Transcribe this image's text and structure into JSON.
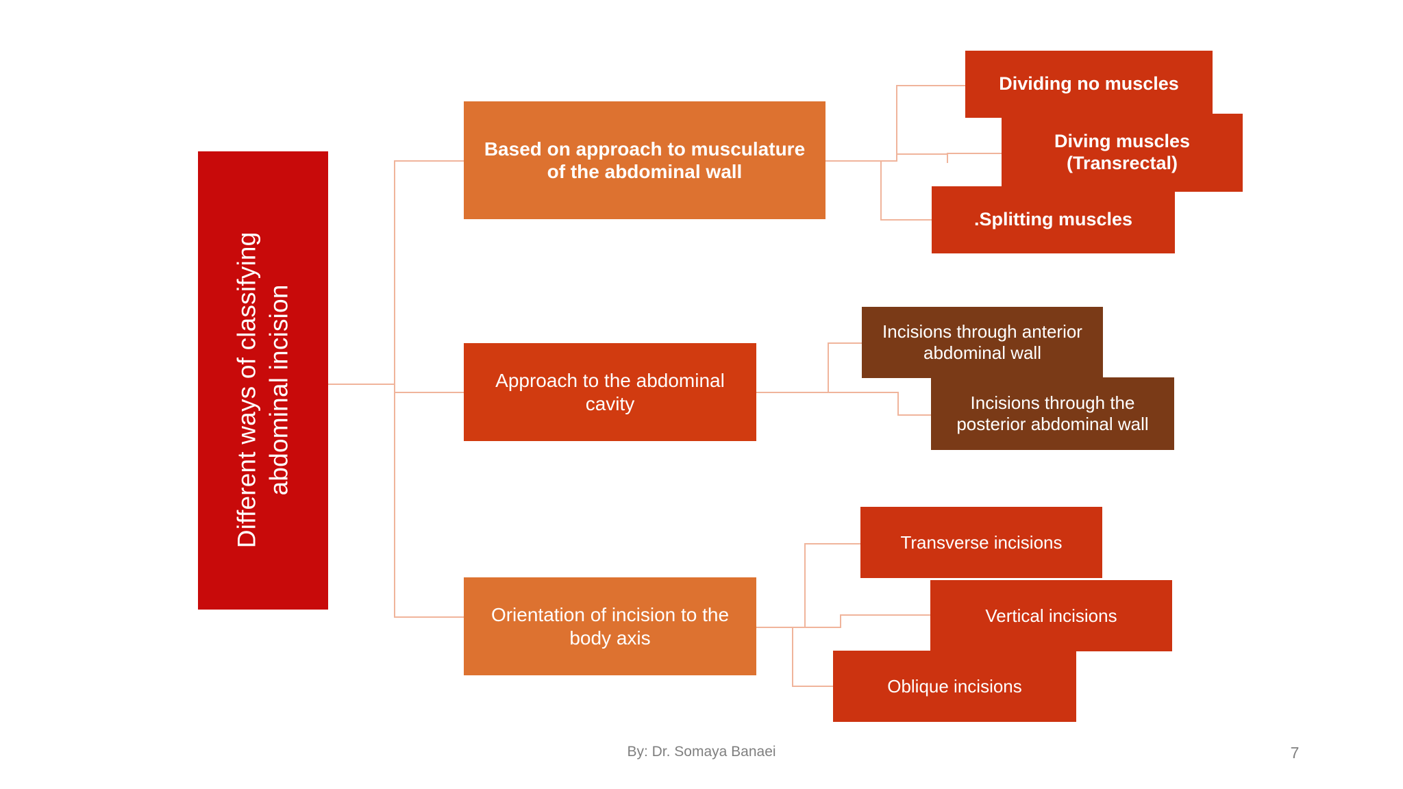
{
  "slide": {
    "page_number": "7",
    "credit": "By: Dr. Somaya Banaei",
    "background": "#FFFFFF"
  },
  "colors": {
    "root": "#C80A0A",
    "orange": "#DD7230",
    "red_orange": "#D13B10",
    "deep_orange": "#CC3310",
    "brown": "#7A3A17",
    "connector": "#F0B49B",
    "text_on_fill": "#FFFFFF",
    "footer_text": "#7F7F7F"
  },
  "chart_data": {
    "type": "tree-diagram",
    "title": "Different ways of classifying abdominal incision",
    "root": "Different ways of classifying abdominal incision",
    "branches": [
      {
        "label": "Based on approach to musculature of the abdominal wall",
        "children": [
          "Dividing no muscles",
          "Diving muscles (Transrectal)",
          ".Splitting muscles"
        ]
      },
      {
        "label": "Approach to the abdominal cavity",
        "children": [
          "Incisions through anterior abdominal wall",
          "Incisions through the posterior abdominal wall"
        ]
      },
      {
        "label": "Orientation of incision to the body axis",
        "children": [
          "Transverse incisions",
          "Vertical incisions",
          "Oblique incisions"
        ]
      }
    ]
  },
  "diagram": {
    "root": {
      "label": "Different ways of classifying\nabdominal incision"
    },
    "level2": [
      {
        "label": "Based on approach to musculature\nof the abdominal wall"
      },
      {
        "label": "Approach to the abdominal\ncavity"
      },
      {
        "label": "Orientation of incision to the\nbody axis"
      }
    ],
    "level3": [
      {
        "label": "Dividing no muscles"
      },
      {
        "label": "Diving muscles\n(Transrectal)"
      },
      {
        "label": ".Splitting muscles"
      },
      {
        "label": "Incisions through anterior\nabdominal wall"
      },
      {
        "label": "Incisions through the\nposterior abdominal wall"
      },
      {
        "label": "Transverse incisions"
      },
      {
        "label": "Vertical incisions"
      },
      {
        "label": "Oblique incisions"
      }
    ]
  }
}
